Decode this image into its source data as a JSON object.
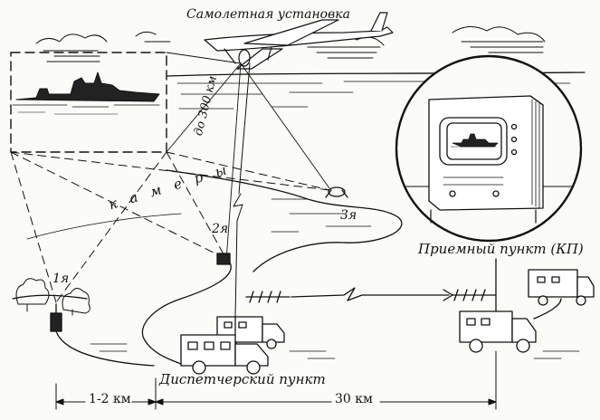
{
  "diagram": {
    "title": "Самолетная установка",
    "receiver_label": "Приемный пункт (КП)",
    "dispatch_label": "Диспетчерский пункт",
    "range_label": "до 300 км",
    "cameras_letters": [
      "к",
      "а",
      "м",
      "е",
      "р",
      "ы"
    ],
    "camera_1": "1я",
    "camera_2": "2я",
    "camera_3": "3я",
    "distance_short": "1-2 км",
    "distance_long": "30 км"
  }
}
